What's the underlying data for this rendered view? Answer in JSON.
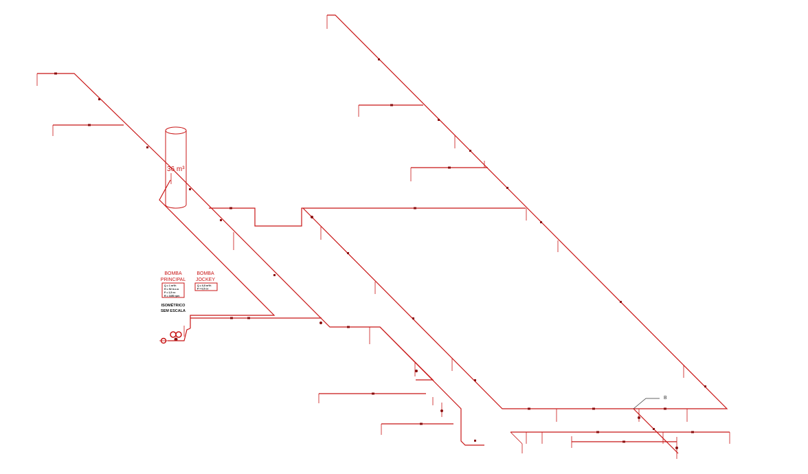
{
  "tank": {
    "volume_label": "36 m³"
  },
  "pumps": {
    "main": {
      "title_line1": "BOMBA",
      "title_line2": "PRINCIPAL",
      "specs": [
        "Q = 1 m³/h",
        "H = 52 m.c.a",
        "P = 1,5 cv",
        "R = 3450 rpm"
      ]
    },
    "jockey": {
      "title_line1": "BOMBA",
      "title_line2": "JOCKEY",
      "specs": [
        "Q = 0,5 m³/h",
        "P = 0,5 cv"
      ]
    }
  },
  "caption": {
    "line1": "ISOMÉTRICO",
    "line2": "SEM ESCALA"
  },
  "marker": {
    "label": "B"
  },
  "colors": {
    "pipe": "#c81414",
    "text": "#111111"
  }
}
